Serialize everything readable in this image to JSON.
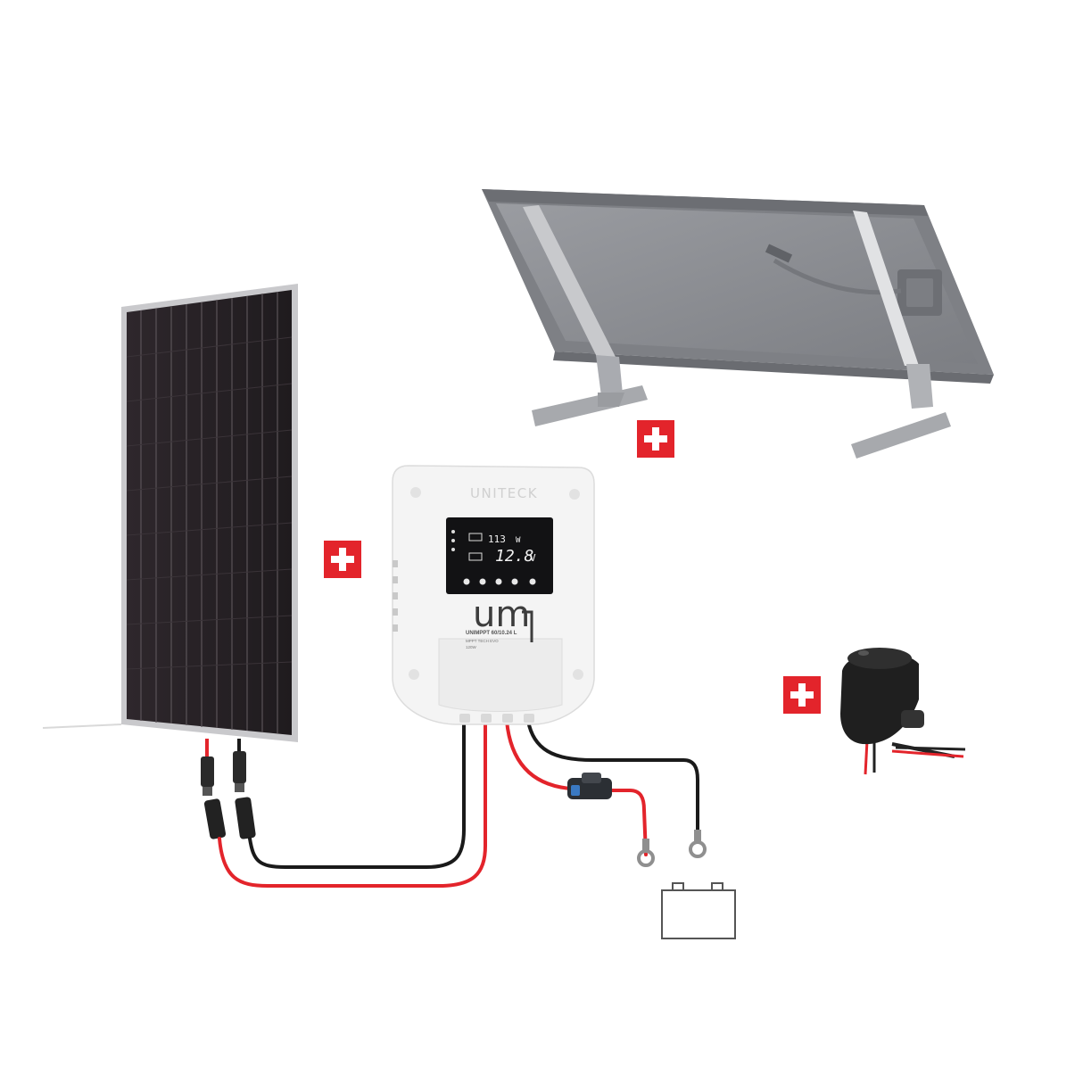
{
  "colors": {
    "accent_red": "#e3242b",
    "cable_red": "#e3242b",
    "cable_black": "#1a1a1a",
    "panel_cell": "#2a2328",
    "panel_frame": "#c9c9cc",
    "mount_grey": "#8c8e93",
    "controller_body": "#f4f4f4",
    "lcd_bg": "#121214"
  },
  "icons": [
    "plus-icon",
    "plus-icon",
    "plus-icon",
    "battery-icon",
    "fuse-icon",
    "ring-terminal-icon",
    "cable-gland-icon",
    "mc4-connector-icon"
  ],
  "controller": {
    "brand": "UNITECK",
    "logo": "um",
    "model": "UNIMPPT 60/10.24 L",
    "subline1": "MPPT TECH EVO",
    "subline2": "120W",
    "display": {
      "power_value": "113",
      "power_unit": "W",
      "voltage_value": "12.8",
      "voltage_unit": "V"
    }
  }
}
